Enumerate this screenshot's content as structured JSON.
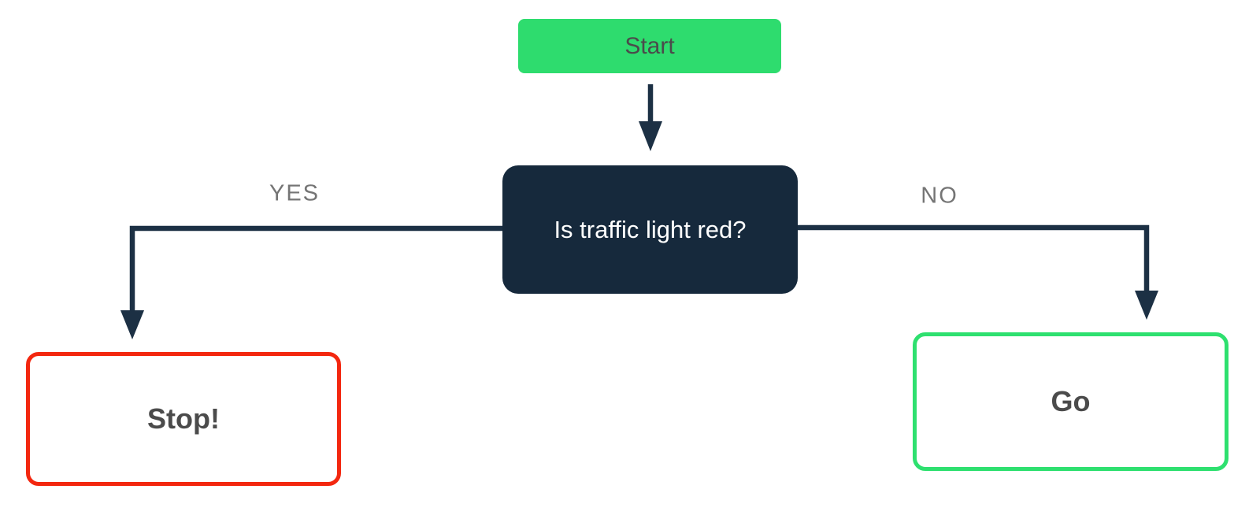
{
  "diagram": {
    "type": "flowchart",
    "nodes": {
      "start": {
        "label": "Start",
        "shape": "rounded-rect",
        "role": "start-terminator"
      },
      "decision": {
        "label": "Is traffic light red?",
        "shape": "rounded-rect",
        "role": "decision"
      },
      "stop": {
        "label": "Stop!",
        "shape": "rounded-rect-outline",
        "role": "outcome"
      },
      "go": {
        "label": "Go",
        "shape": "rounded-rect-outline",
        "role": "outcome"
      }
    },
    "edges": {
      "start_to_decision": {
        "from": "start",
        "to": "decision",
        "label": ""
      },
      "yes": {
        "from": "decision",
        "to": "stop",
        "label": "YES"
      },
      "no": {
        "from": "decision",
        "to": "go",
        "label": "NO"
      }
    }
  },
  "colors": {
    "canvas_bg": "#ffffff",
    "node_start_fill": "#2edc6e",
    "node_decision_fill": "#16293c",
    "stop_border": "#f3270f",
    "go_border": "#2ee06f",
    "edge_stroke": "#1c3044",
    "edge_label_text": "#757575",
    "node_dark_text": "#4b4b4b",
    "node_light_text": "#ffffff"
  }
}
